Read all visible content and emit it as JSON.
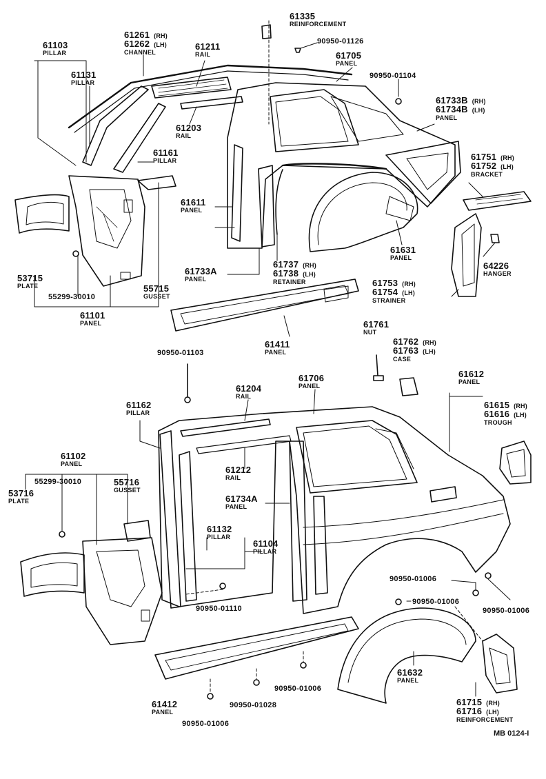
{
  "diagram_code": "MB 0124-I",
  "parts": {
    "p61335": {
      "number": "61335",
      "name": "REINFORCEMENT"
    },
    "p90950_01126": {
      "number": "90950-01126"
    },
    "p61103": {
      "number": "61103",
      "name": "PILLAR"
    },
    "p61261": {
      "number": "61261",
      "suffix": "(RH)"
    },
    "p61262": {
      "number": "61262",
      "suffix": "(LH)",
      "name": "CHANNEL"
    },
    "p61211": {
      "number": "61211",
      "name": "RAIL"
    },
    "p61705": {
      "number": "61705",
      "name": "PANEL"
    },
    "p90950_01104": {
      "number": "90950-01104"
    },
    "p61131": {
      "number": "61131",
      "name": "PILLAR"
    },
    "p61733B": {
      "number": "61733B",
      "suffix": "(RH)"
    },
    "p61734B": {
      "number": "61734B",
      "suffix": "(LH)",
      "name": "PANEL"
    },
    "p61203": {
      "number": "61203",
      "name": "RAIL"
    },
    "p61161": {
      "number": "61161",
      "name": "PILLAR"
    },
    "p61751": {
      "number": "61751",
      "suffix": "(RH)"
    },
    "p61752": {
      "number": "61752",
      "suffix": "(LH)",
      "name": "BRACKET"
    },
    "p61611": {
      "number": "61611",
      "name": "PANEL"
    },
    "p61631": {
      "number": "61631",
      "name": "PANEL"
    },
    "p64226": {
      "number": "64226",
      "name": "HANGER"
    },
    "p61733A": {
      "number": "61733A",
      "name": "PANEL"
    },
    "p61737": {
      "number": "61737",
      "suffix": "(RH)"
    },
    "p61738": {
      "number": "61738",
      "suffix": "(LH)",
      "name": "RETAINER"
    },
    "p53715": {
      "number": "53715",
      "name": "PLATE"
    },
    "p55715": {
      "number": "55715",
      "name": "GUSSET"
    },
    "p55299_30010_top": {
      "number": "55299-30010"
    },
    "p61753": {
      "number": "61753",
      "suffix": "(RH)"
    },
    "p61754": {
      "number": "61754",
      "suffix": "(LH)",
      "name": "STRAINER"
    },
    "p61101": {
      "number": "61101",
      "name": "PANEL"
    },
    "p61411": {
      "number": "61411",
      "name": "PANEL"
    },
    "p61761": {
      "number": "61761",
      "name": "NUT"
    },
    "p61762": {
      "number": "61762",
      "suffix": "(RH)"
    },
    "p61763": {
      "number": "61763",
      "suffix": "(LH)",
      "name": "CASE"
    },
    "p90950_01103": {
      "number": "90950-01103"
    },
    "p61204": {
      "number": "61204",
      "name": "RAIL"
    },
    "p61706": {
      "number": "61706",
      "name": "PANEL"
    },
    "p61612": {
      "number": "61612",
      "name": "PANEL"
    },
    "p61162": {
      "number": "61162",
      "name": "PILLAR"
    },
    "p61615": {
      "number": "61615",
      "suffix": "(RH)"
    },
    "p61616": {
      "number": "61616",
      "suffix": "(LH)",
      "name": "TROUGH"
    },
    "p61102": {
      "number": "61102",
      "name": "PANEL"
    },
    "p55299_30010_bot": {
      "number": "55299-30010"
    },
    "p55716": {
      "number": "55716",
      "name": "GUSSET"
    },
    "p53716": {
      "number": "53716",
      "name": "PLATE"
    },
    "p61212": {
      "number": "61212",
      "name": "RAIL"
    },
    "p61734A": {
      "number": "61734A",
      "name": "PANEL"
    },
    "p61132": {
      "number": "61132",
      "name": "PILLAR"
    },
    "p61104": {
      "number": "61104",
      "name": "PILLAR"
    },
    "p90950_01006_a": {
      "number": "90950-01006"
    },
    "p90950_01006_b": {
      "number": "90950-01006"
    },
    "p90950_01006_c": {
      "number": "90950-01006"
    },
    "p90950_01110": {
      "number": "90950-01110"
    },
    "p61632": {
      "number": "61632",
      "name": "PANEL"
    },
    "p90950_01006_d": {
      "number": "90950-01006"
    },
    "p61412": {
      "number": "61412",
      "name": "PANEL"
    },
    "p90950_01028": {
      "number": "90950-01028"
    },
    "p61715": {
      "number": "61715",
      "suffix": "(RH)"
    },
    "p61716": {
      "number": "61716",
      "suffix": "(LH)",
      "name": "REINFORCEMENT"
    },
    "p90950_01006_e": {
      "number": "90950-01006"
    }
  }
}
